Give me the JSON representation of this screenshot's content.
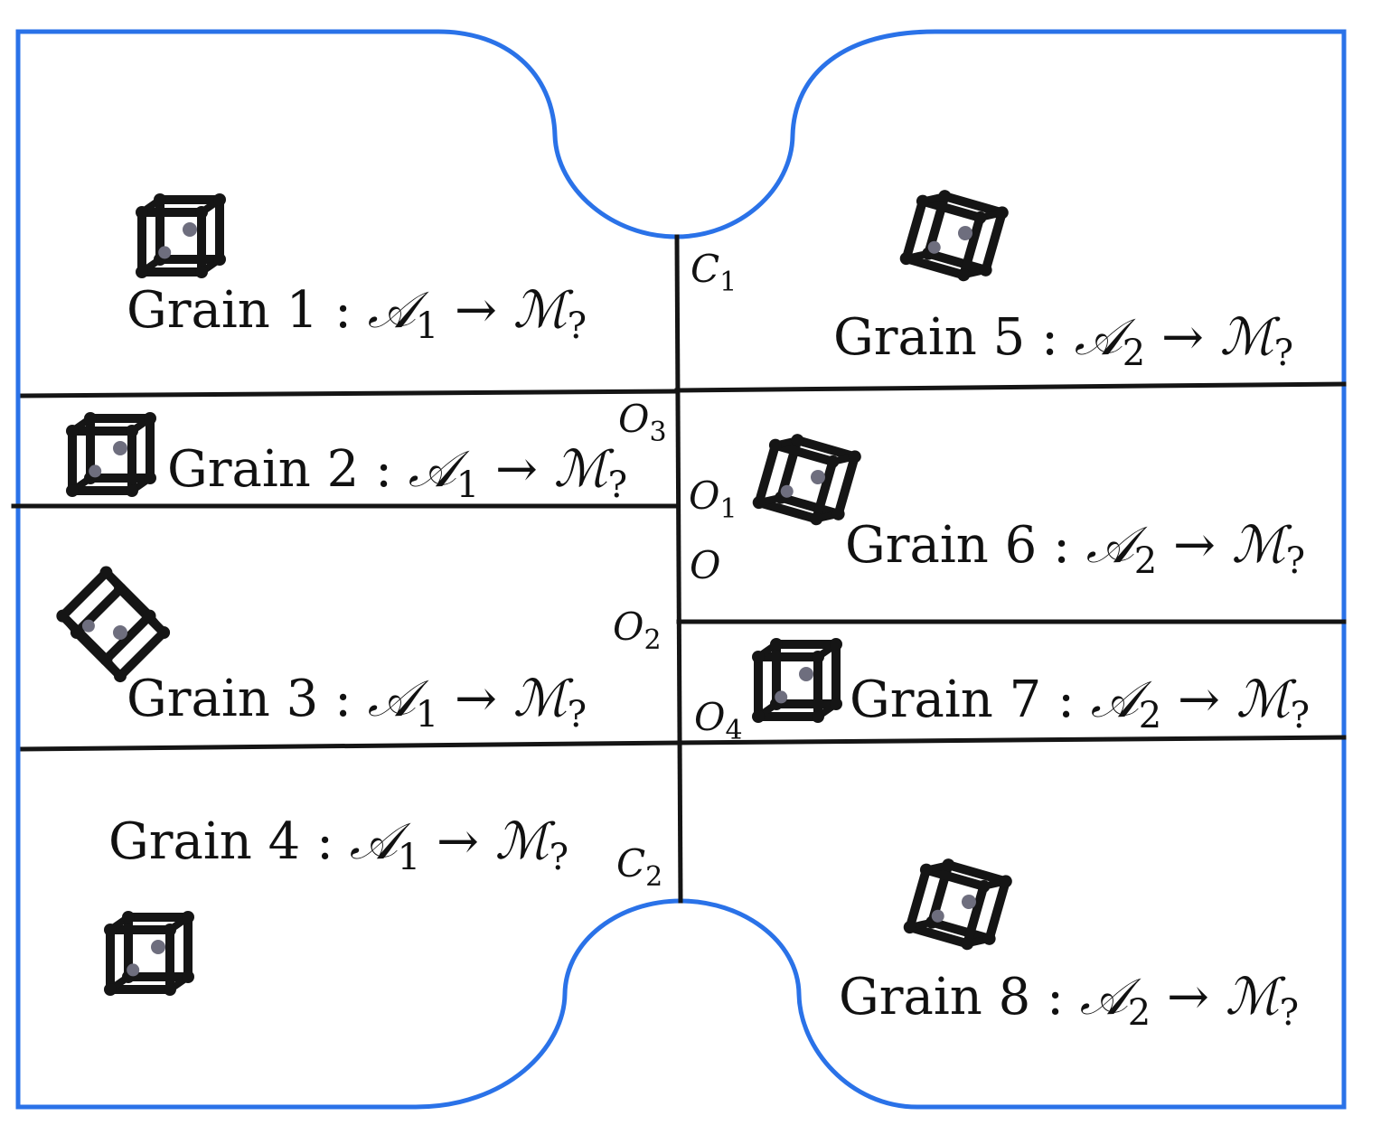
{
  "colors": {
    "specimen_outline": "#2a72e8",
    "grain_boundary": "#151515",
    "crystal": "#151515",
    "atom": "#6e6e7e"
  },
  "grains": [
    {
      "id": "grain-1",
      "name": "Grain",
      "number": "1",
      "austenite": "1",
      "martensite": "?"
    },
    {
      "id": "grain-2",
      "name": "Grain",
      "number": "2",
      "austenite": "1",
      "martensite": "?"
    },
    {
      "id": "grain-3",
      "name": "Grain",
      "number": "3",
      "austenite": "1",
      "martensite": "?"
    },
    {
      "id": "grain-4",
      "name": "Grain",
      "number": "4",
      "austenite": "1",
      "martensite": "?"
    },
    {
      "id": "grain-5",
      "name": "Grain",
      "number": "5",
      "austenite": "2",
      "martensite": "?"
    },
    {
      "id": "grain-6",
      "name": "Grain",
      "number": "6",
      "austenite": "2",
      "martensite": "?"
    },
    {
      "id": "grain-7",
      "name": "Grain",
      "number": "7",
      "austenite": "2",
      "martensite": "?"
    },
    {
      "id": "grain-8",
      "name": "Grain",
      "number": "8",
      "austenite": "2",
      "martensite": "?"
    }
  ],
  "symbols": {
    "separator": ":",
    "austenite_letter": "𝒜",
    "arrow": "→",
    "martensite_letter": "ℳ"
  },
  "points": [
    {
      "id": "C1",
      "letter": "C",
      "sub": "1"
    },
    {
      "id": "O3",
      "letter": "O",
      "sub": "3"
    },
    {
      "id": "O1",
      "letter": "O",
      "sub": "1"
    },
    {
      "id": "O",
      "letter": "O",
      "sub": ""
    },
    {
      "id": "O2",
      "letter": "O",
      "sub": "2"
    },
    {
      "id": "O4",
      "letter": "O",
      "sub": "4"
    },
    {
      "id": "C2",
      "letter": "C",
      "sub": "2"
    }
  ]
}
